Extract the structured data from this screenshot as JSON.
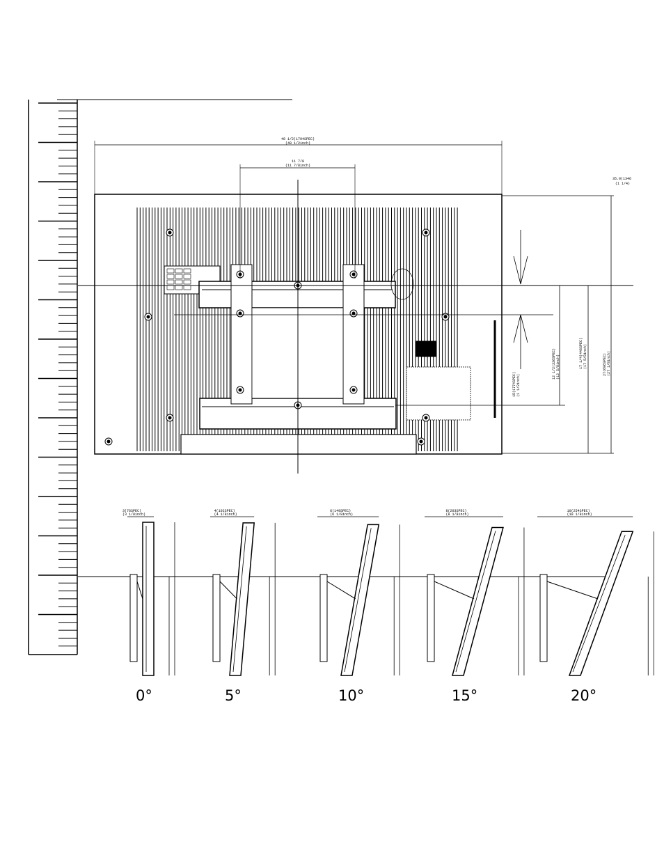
{
  "top_view": {
    "overall_width_label": "48 1/2(1794SPEC)",
    "overall_width_sub": "(48 1/2inch)",
    "bracket_spacing_label": "11 7/8",
    "bracket_spacing_sub": "(11 7/8inch)",
    "top_offset_label": "35.0(1346",
    "top_offset_sub": "(1 1/4)",
    "dim_a_label": "12 1/2(336SPEC)",
    "dim_a_sub": "(12 5/8inch)",
    "dim_b_label": "15(1774SPEC)",
    "dim_b_sub": "(1 1/2inch)",
    "dim_c_label": "17 1/4(446SPEC)",
    "dim_c_sub": "(17 5/8inch)",
    "dim_d_label": "27(696SPEC)",
    "dim_d_sub": "(27 1/8inch)"
  },
  "side_views": [
    {
      "angle": "0°",
      "top_label": "3(76SPEC)",
      "top_sub": "(3 1/8inch)"
    },
    {
      "angle": "5°",
      "top_label": "4(102SPEC)",
      "top_sub": "(4 1/8inch)"
    },
    {
      "angle": "10°",
      "top_label": "6(149SPEC)",
      "top_sub": "(6 1/8inch)"
    },
    {
      "angle": "15°",
      "top_label": "8(203SPEC)",
      "top_sub": "(8 1/8inch)"
    },
    {
      "angle": "20°",
      "top_label": "10(254SPEC)",
      "top_sub": "(10 1/8inch)"
    }
  ]
}
